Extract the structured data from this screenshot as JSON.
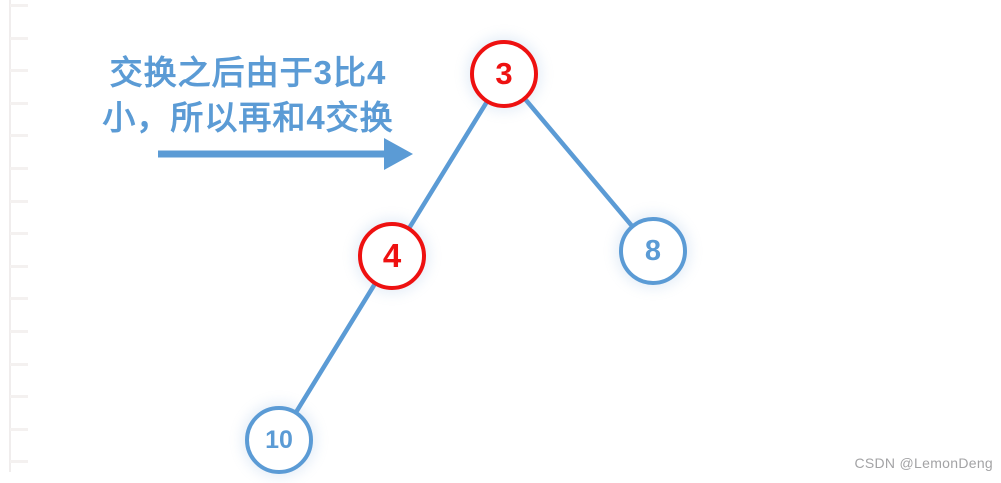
{
  "annotation": {
    "line1": "交换之后由于3比4",
    "line2": "小，所以再和4交换"
  },
  "tree": {
    "nodes": [
      {
        "id": "root",
        "label": "3",
        "state": "highlighted-red"
      },
      {
        "id": "left-child",
        "label": "4",
        "state": "highlighted-red"
      },
      {
        "id": "right-child",
        "label": "8",
        "state": "normal-blue"
      },
      {
        "id": "left-grandchild",
        "label": "10",
        "state": "normal-blue"
      }
    ],
    "edges": [
      {
        "from": "3",
        "to": "4"
      },
      {
        "from": "3",
        "to": "8"
      },
      {
        "from": "4",
        "to": "10"
      }
    ]
  },
  "watermark": {
    "text": "CSDN @LemonDeng"
  },
  "colors": {
    "accent_blue": "#5b9bd5",
    "highlight_red": "#ee1111"
  }
}
